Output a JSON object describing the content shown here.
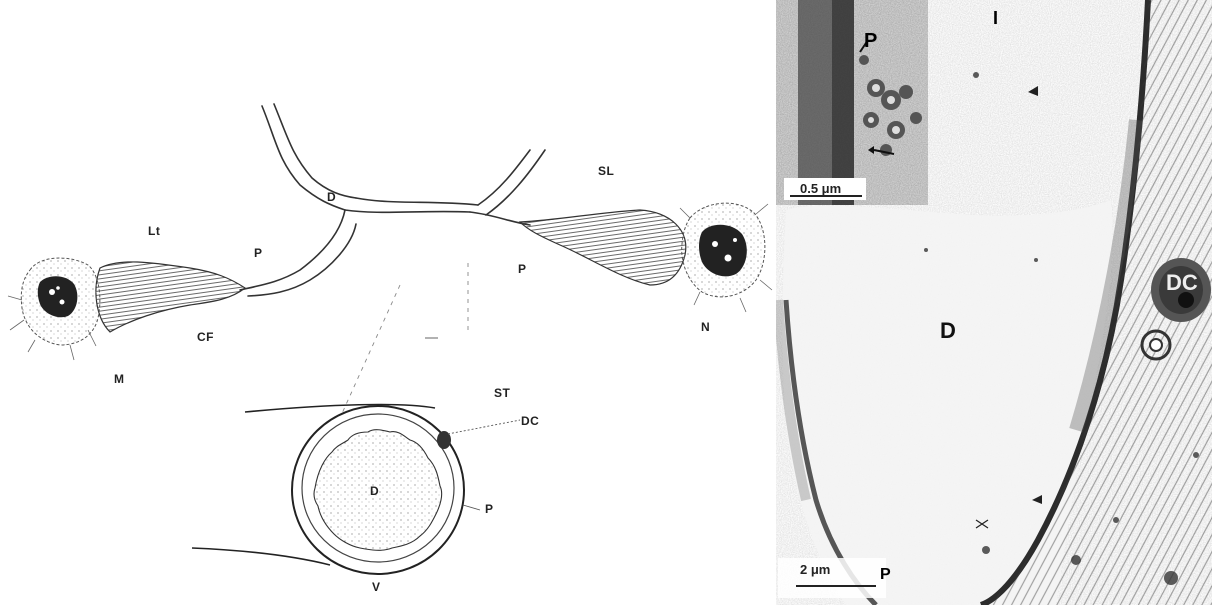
{
  "diagram": {
    "labels": {
      "lt": "Lt",
      "sl": "SL",
      "d_upper": "D",
      "p_left": "P",
      "p_right": "P",
      "cf": "CF",
      "m": "M",
      "n": "N",
      "st": "ST",
      "dc": "DC",
      "d_lower": "D",
      "p_lower": "P",
      "v": "V"
    }
  },
  "micrograph": {
    "labels": {
      "panel_i": "I",
      "p_inset": "P",
      "inset_scale": "0.5 μm",
      "d_main": "D",
      "dc_main": "DC",
      "main_scale": "2 μm",
      "p_bottom": "P"
    }
  },
  "colors": {
    "ink": "#2a2a2a",
    "micrograph_bg": "#d8d8d8",
    "micrograph_dark": "#3a3a3a"
  }
}
